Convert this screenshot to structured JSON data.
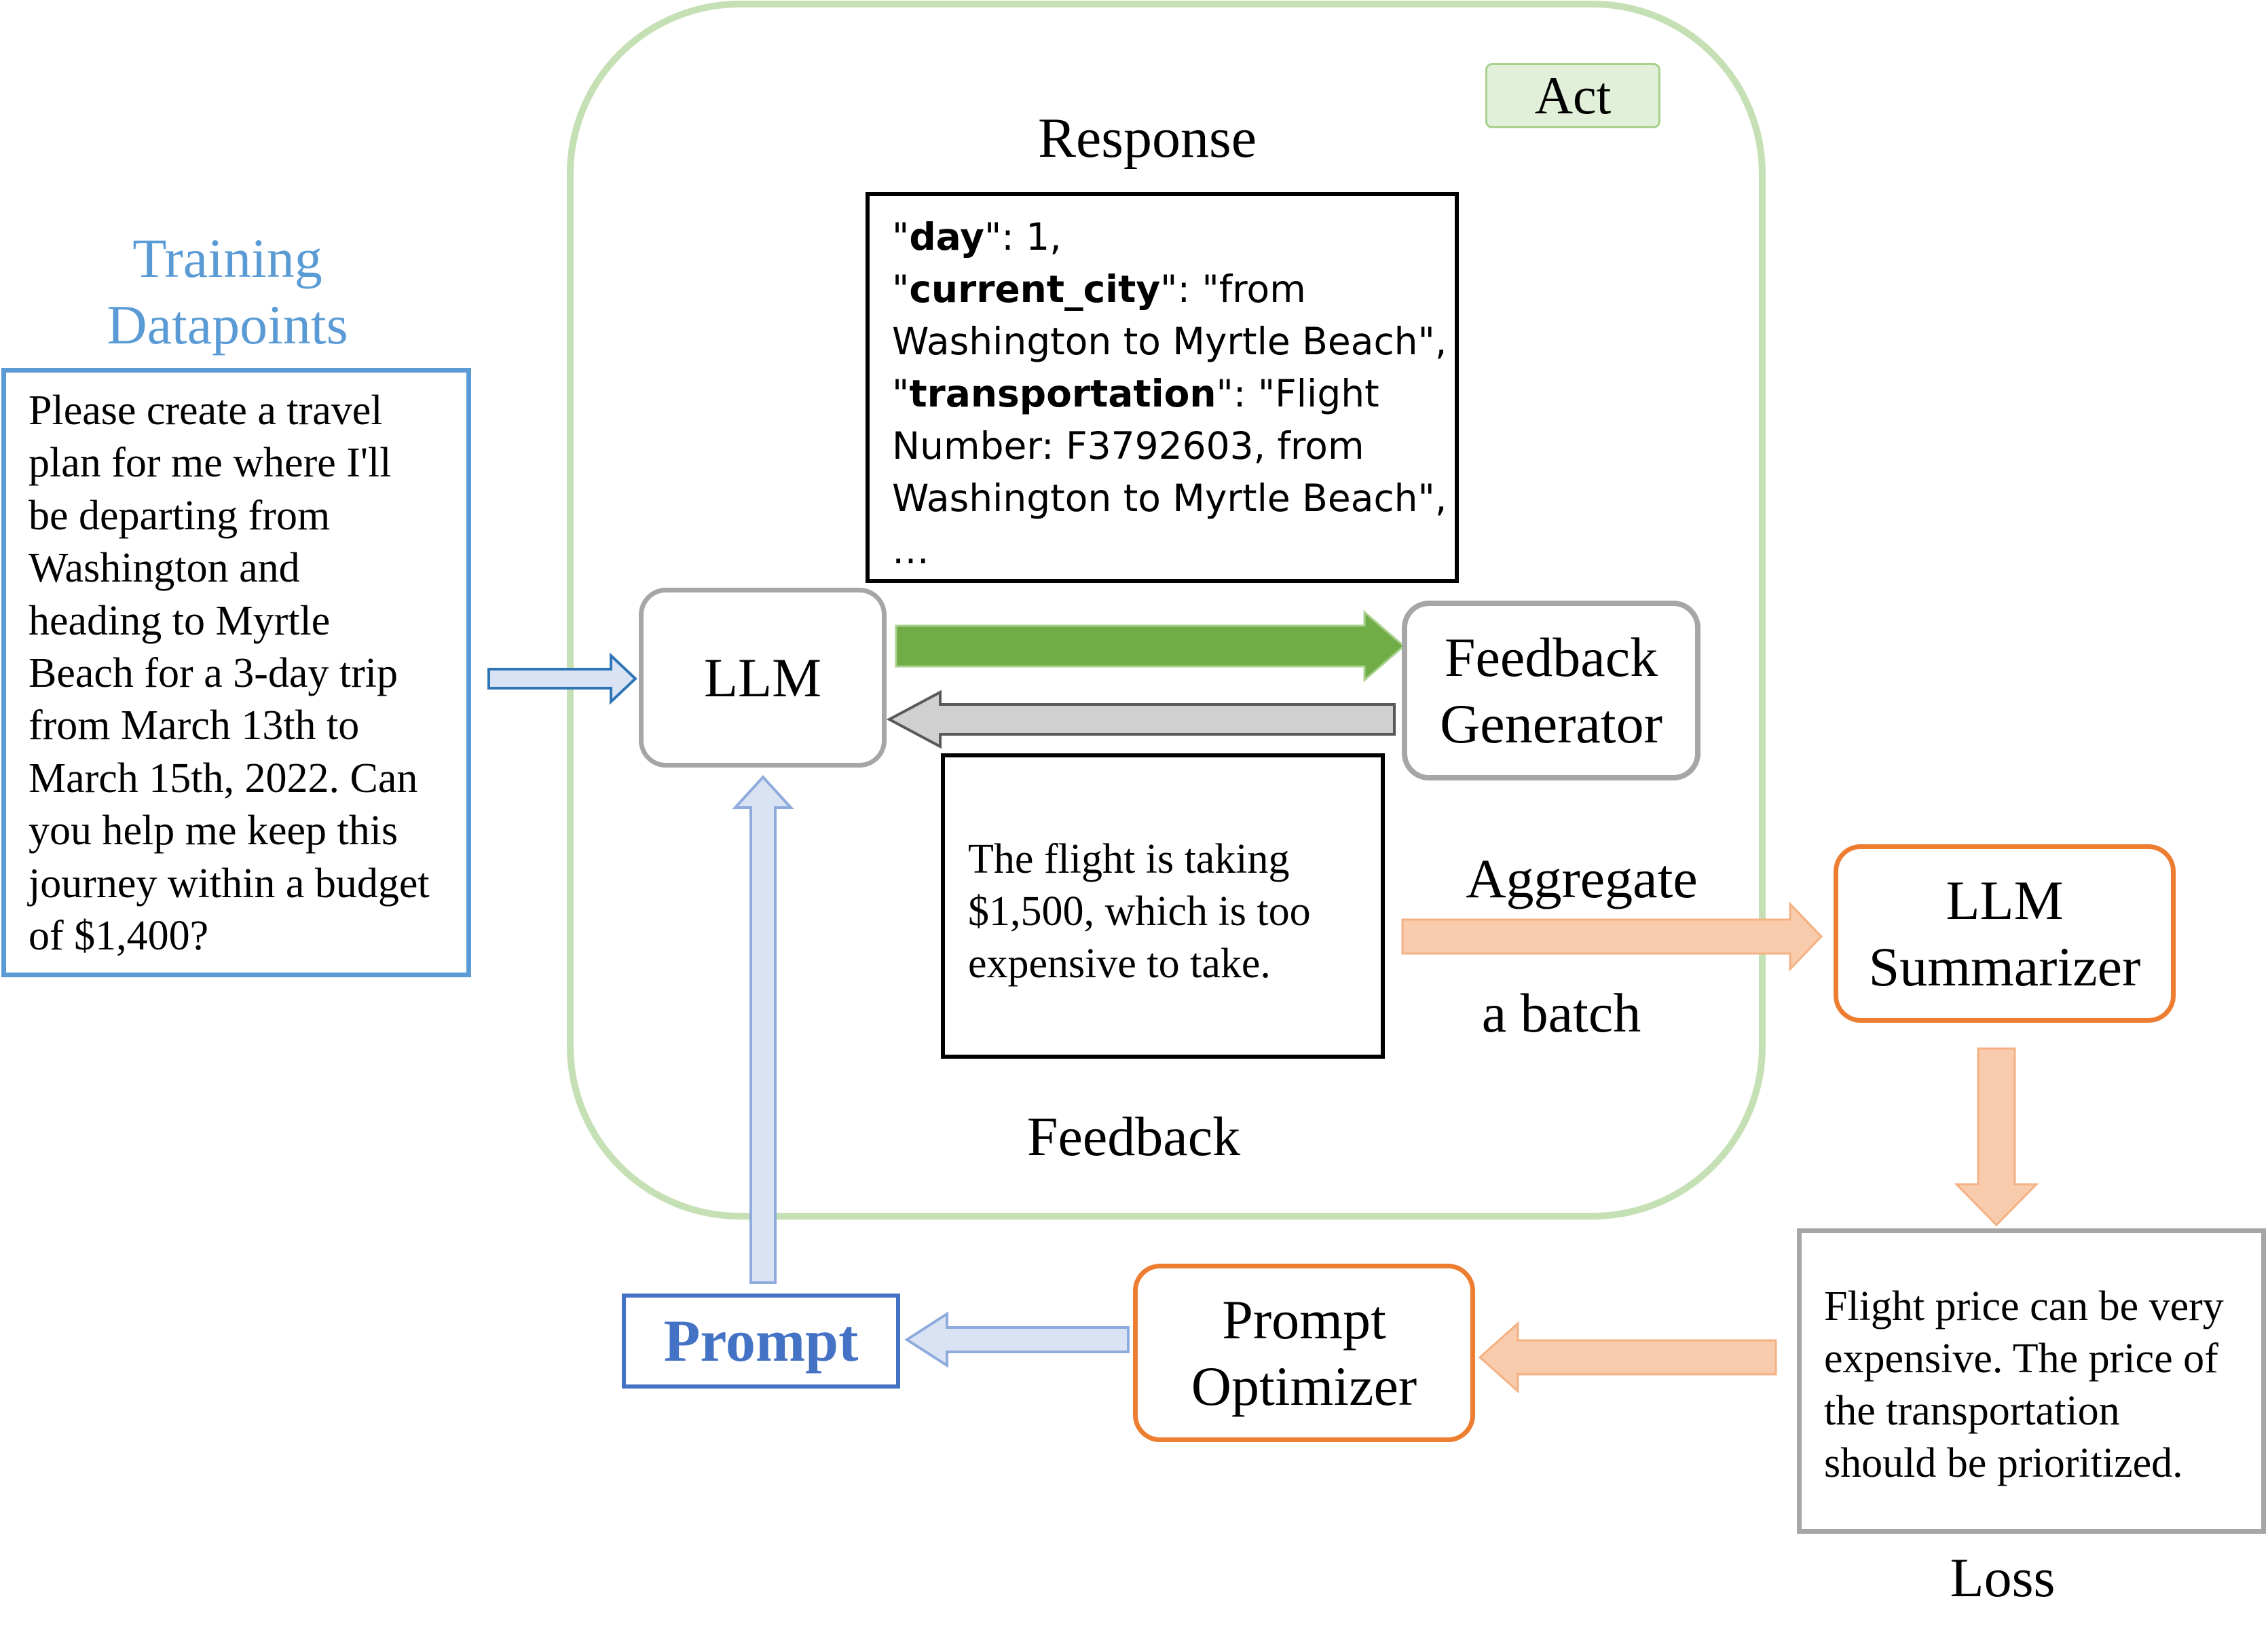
{
  "act_label": "Act",
  "response_label": "Response",
  "response_lines": [
    {
      "key": "day",
      "rest": ": 1,"
    },
    {
      "key": "current_city",
      "rest": ": \"from"
    },
    {
      "key": "",
      "rest": "Washington to Myrtle Beach\","
    },
    {
      "key": "transportation",
      "rest": ": \"Flight"
    },
    {
      "key": "",
      "rest": "Number: F3792603, from"
    },
    {
      "key": "",
      "rest": "Washington to Myrtle Beach\","
    },
    {
      "key": "",
      "rest": "…"
    }
  ],
  "training_title": "Training\nDatapoints",
  "training_text": "Please create a travel\nplan for me where I'll\nbe departing from\nWashington and\nheading to Myrtle\nBeach for a 3-day trip\nfrom March 13th to\nMarch 15th, 2022. Can\nyou help me keep this\njourney within a budget\nof $1,400?",
  "llm_label": "LLM",
  "feedback_generator_label": "Feedback\nGenerator",
  "feedback_text": "The flight is taking\n$1,500, which is too\nexpensive to take.",
  "feedback_label": "Feedback",
  "aggregate_label": "Aggregate",
  "batch_label": "a batch",
  "summarizer_label": "LLM\nSummarizer",
  "loss_text": "Flight price can be very\nexpensive. The price of\nthe transportation\nshould be prioritized.",
  "loss_label": "Loss",
  "optimizer_label": "Prompt\nOptimizer",
  "prompt_label": "Prompt",
  "colors": {
    "act_border": "#c5e0b4",
    "act_fill": "#e2f0d9",
    "training_blue": "#5b9bd5",
    "prompt_blue": "#4472c4",
    "light_blue_arrow": "#dae3f3",
    "blue_arrow_stroke": "#8faadc",
    "green_arrow": "#70ad47",
    "gray_arrow": "#d0d0d0",
    "orange_border": "#ed7d31",
    "orange_arrow": "#f8cbad",
    "gray_border": "#a6a6a6"
  }
}
